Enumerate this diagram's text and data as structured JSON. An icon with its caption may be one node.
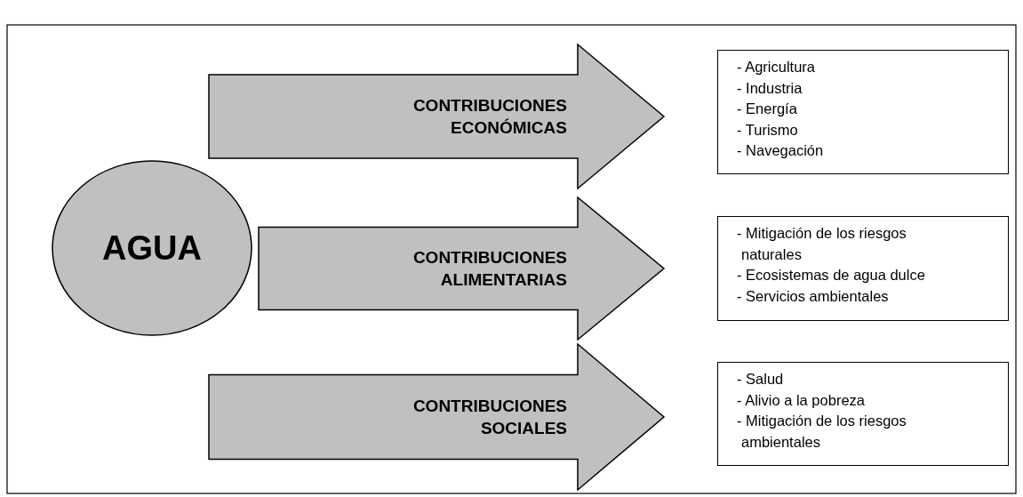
{
  "diagram": {
    "nodes": [
      {
        "text": [
          "AGUA"
        ]
      },
      {
        "text": [
          "CONTRIBUCIONES ECONÓMICAS"
        ]
      },
      {
        "text": [
          "CONTRIBUCIONES ALIMENTARIAS"
        ]
      },
      {
        "text": [
          "CONTRIBUCIONES SOCIALES"
        ]
      },
      {
        "text": [
          "- Agricultura",
          "- Industria",
          "- Energía",
          "- Turismo",
          "- Navegación"
        ]
      },
      {
        "text": [
          "- Mitigación de los riesgos naturales",
          "- Ecosistemas de agua dulce",
          "- Servicios ambientales"
        ]
      },
      {
        "text": [
          "- Salud",
          "- Alivio a la pobreza",
          "- Mitigación de los riesgos ambientales"
        ]
      }
    ]
  }
}
